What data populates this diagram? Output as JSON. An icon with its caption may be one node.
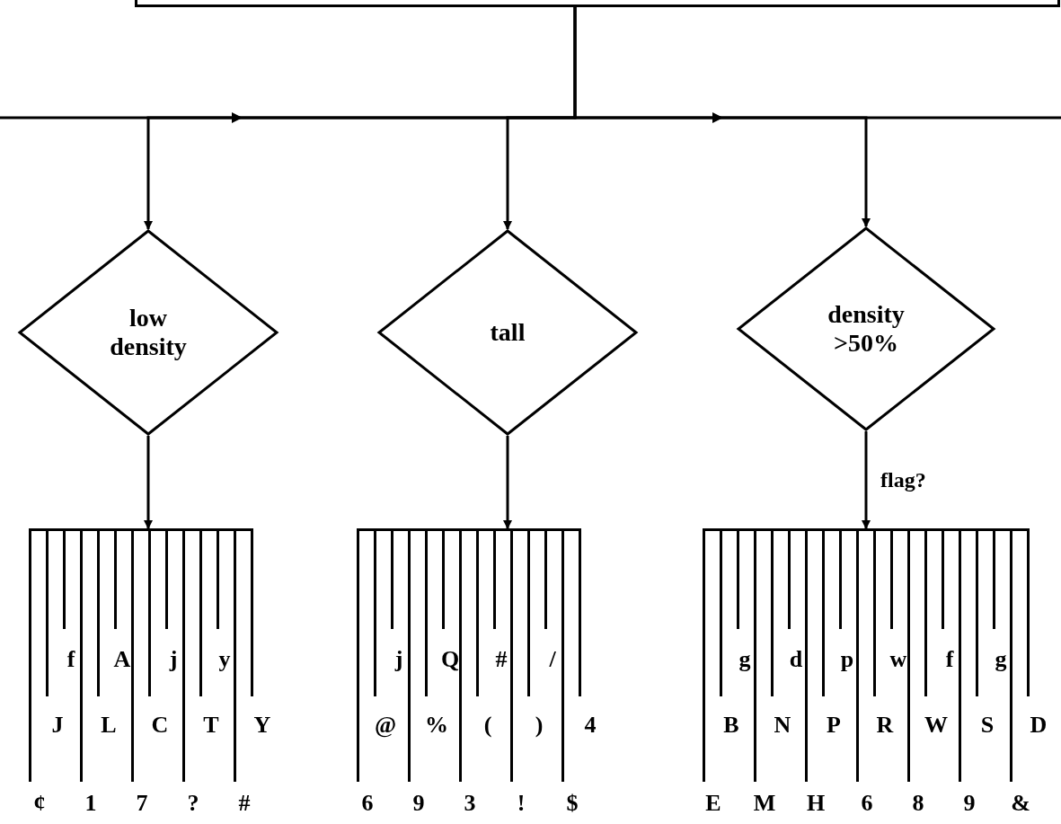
{
  "diagram": {
    "nodes": [
      {
        "text": [],
        "shape": "box"
      },
      {
        "text": [
          "low density"
        ]
      },
      {
        "text": [
          "tall"
        ]
      },
      {
        "text": [
          "density >50%"
        ]
      },
      {
        "text": [
          "f",
          "A",
          "j",
          "y",
          "J",
          "L",
          "C",
          "T",
          "Y",
          "¢",
          "1",
          "7",
          "?",
          "#"
        ]
      },
      {
        "text": [
          "j",
          "Q",
          "#",
          "/",
          "@",
          "%",
          "(",
          ")",
          "4",
          "6",
          "9",
          "3",
          "!",
          "$"
        ]
      },
      {
        "text": [
          "g",
          "d",
          "p",
          "w",
          "f",
          "g",
          "B",
          "N",
          "P",
          "R",
          "W",
          "S",
          "D",
          "E",
          "M",
          "H",
          "6",
          "8",
          "9",
          "&"
        ]
      }
    ],
    "edges": [
      {
        "from": 0,
        "to": 1,
        "arrow": "to"
      },
      {
        "from": 0,
        "to": 2,
        "arrow": "to"
      },
      {
        "from": 0,
        "to": 3,
        "arrow": "to"
      },
      {
        "from": 1,
        "to": 4,
        "arrow": "to"
      },
      {
        "from": 2,
        "to": 5,
        "arrow": "to"
      },
      {
        "from": 3,
        "to": 6,
        "arrow": "to",
        "label": "flag?"
      }
    ]
  }
}
